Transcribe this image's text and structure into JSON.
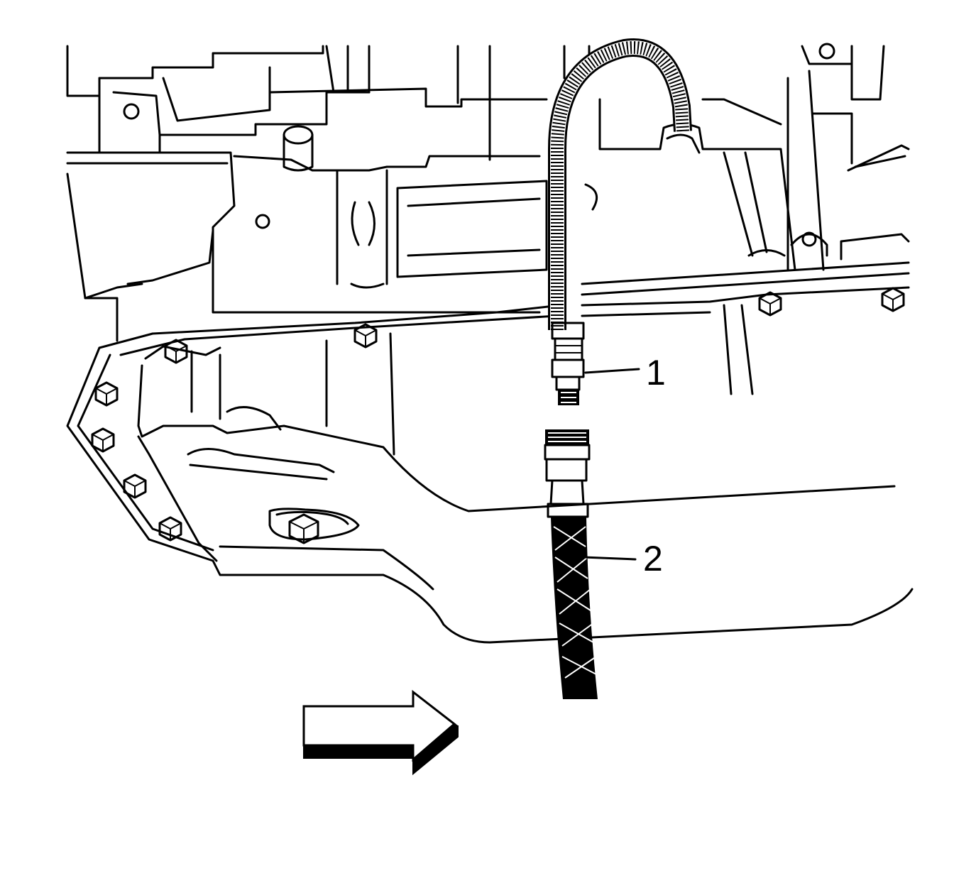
{
  "callouts": [
    {
      "number": "1",
      "target": "quick-connect-fitting"
    },
    {
      "number": "2",
      "target": "drain-hose"
    }
  ],
  "icons": {
    "direction_arrow": "right-arrow-icon"
  },
  "colors": {
    "line": "#000000",
    "background": "#ffffff"
  }
}
